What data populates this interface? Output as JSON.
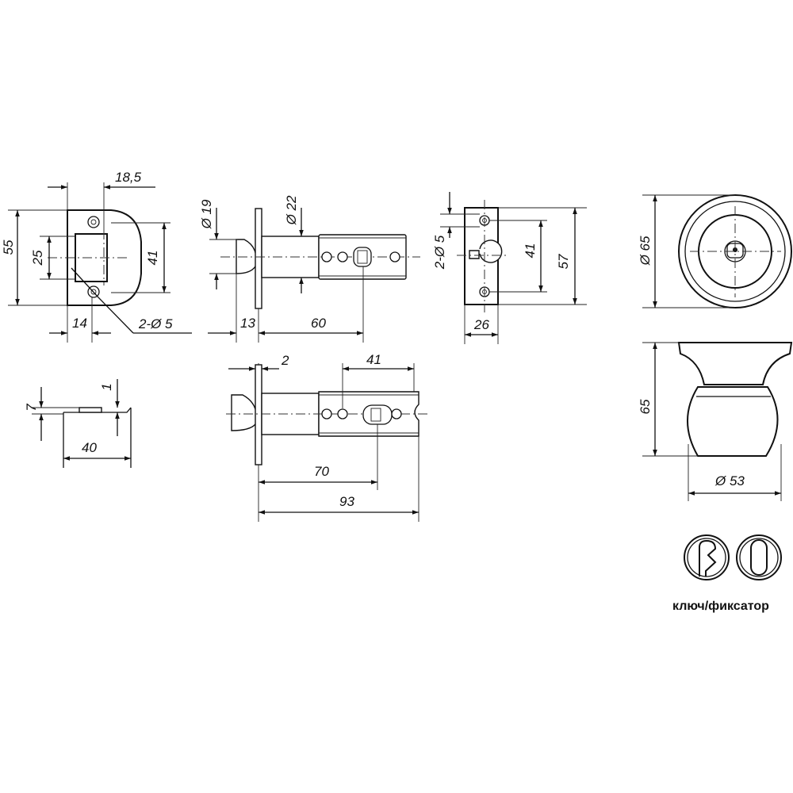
{
  "strike_plate": {
    "width_total": "18,5",
    "height_outer": "55",
    "opening_height": "25",
    "plate_height": "41",
    "hole_offset": "14",
    "holes": "2-Ø 5"
  },
  "latch_front": {
    "d_small": "Ø 19",
    "d_large": "Ø 22",
    "face_to_body": "13",
    "backset": "60"
  },
  "faceplate": {
    "holes": "2-Ø 5",
    "hole_spacing": "41",
    "height": "57",
    "width": "26"
  },
  "knob_front": {
    "diameter": "Ø 65"
  },
  "knob_side": {
    "height": "65",
    "diameter": "Ø 53"
  },
  "strike_side": {
    "depth": "7",
    "lip": "1",
    "length": "40"
  },
  "latch_extended": {
    "faceplate_thickness": "2",
    "tail_length": "41",
    "backset": "70",
    "overall": "93"
  },
  "function_icons": {
    "key_icon": "key-icon",
    "thumbturn_icon": "thumbturn-icon",
    "caption": "ключ/фиксатор"
  }
}
